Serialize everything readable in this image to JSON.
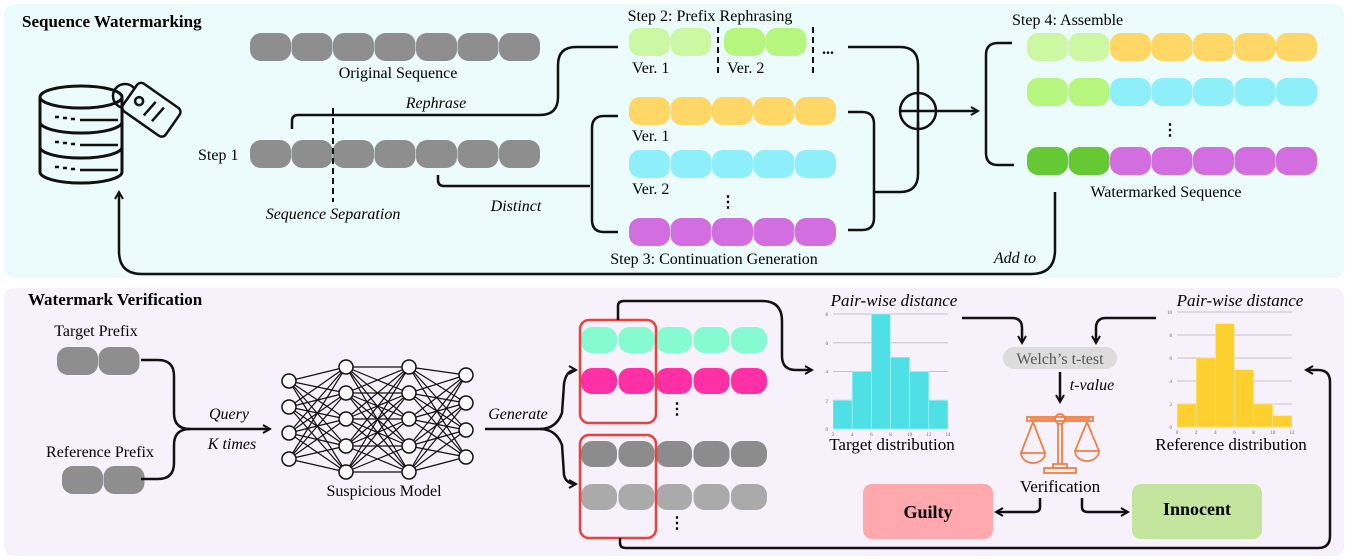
{
  "sections": {
    "watermarking": {
      "title": "Sequence Watermarking",
      "bg": "#ecfbfb"
    },
    "verification": {
      "title": "Watermark Verification",
      "bg": "#f7f1fb"
    }
  },
  "watermarking": {
    "original_sequence_label": "Original Sequence",
    "step1_label": "Step 1",
    "rephrase_label": "Rephrase",
    "separation_label": "Sequence Separation",
    "distinct_label": "Distinct",
    "step2_label": "Step 2: Prefix Rephrasing",
    "step2_versions": [
      "Ver. 1",
      "Ver. 2"
    ],
    "step2_more": "...",
    "step3_label": "Step 3: Continuation Generation",
    "step3_versions": [
      "Ver. 1",
      "Ver. 2"
    ],
    "step4_label": "Step 4: Assemble",
    "watermarked_label": "Watermarked Sequence",
    "add_to_label": "Add to",
    "vdots": "⋮",
    "colors": {
      "gray": "#8e8e8e",
      "prefix_v1": "#ccf7a3",
      "prefix_v2": "#b6f57e",
      "prefix_vn": "#66c934",
      "cont_v1": "#ffd766",
      "cont_v2": "#8eeefa",
      "cont_vn": "#d36ee0"
    }
  },
  "verification": {
    "target_prefix_label": "Target Prefix",
    "reference_prefix_label": "Reference Prefix",
    "query_label": "Query",
    "k_times_label": "K times",
    "model_label": "Suspicious Model",
    "generate_label": "Generate",
    "pairwise_label_target": "Pair-wise distance",
    "pairwise_label_reference": "Pair-wise distance",
    "target_dist_label": "Target distribution",
    "reference_dist_label": "Reference distribution",
    "welch_label": "Welch’s t-test",
    "t_value_label": "t-value",
    "verification_label": "Verification",
    "guilty_label": "Guilty",
    "innocent_label": "Innocent",
    "vdots": "⋮",
    "colors": {
      "target_row1": "#86fad0",
      "target_row2": "#ff2fa6",
      "ref_row1": "#8c8c8c",
      "ref_row2": "#aaaaaa",
      "prefix_box": "#e8413e",
      "guilty_bg": "#ffa8ae",
      "innocent_bg": "#c4e59d",
      "scale": "#ef7f45",
      "welch_bg": "#dcdcdc"
    }
  },
  "chart_data": [
    {
      "type": "bar",
      "title": "Target distribution",
      "xlabel": "Pair-wise distance",
      "bin_edges": [
        2,
        4,
        6,
        8,
        10,
        12,
        14
      ],
      "values": [
        2,
        4,
        8,
        5,
        4,
        2
      ],
      "x_ticks": [
        "2",
        "4",
        "6",
        "8",
        "10",
        "12",
        "14"
      ],
      "y_ticks": [
        "0",
        "2",
        "4",
        "6",
        "8"
      ],
      "ylim": [
        0,
        8
      ],
      "grid": true,
      "color": "#4fe0e6"
    },
    {
      "type": "bar",
      "title": "Reference distribution",
      "xlabel": "Pair-wise distance",
      "bin_edges": [
        0,
        2,
        4,
        6,
        8,
        10,
        12
      ],
      "values": [
        2,
        6,
        9,
        5,
        2,
        1
      ],
      "x_ticks": [
        "0",
        "2",
        "4",
        "6",
        "8",
        "10",
        "12"
      ],
      "y_ticks": [
        "0",
        "2",
        "4",
        "6",
        "8",
        "10"
      ],
      "ylim": [
        0,
        10
      ],
      "grid": true,
      "color": "#fdd02f"
    }
  ]
}
